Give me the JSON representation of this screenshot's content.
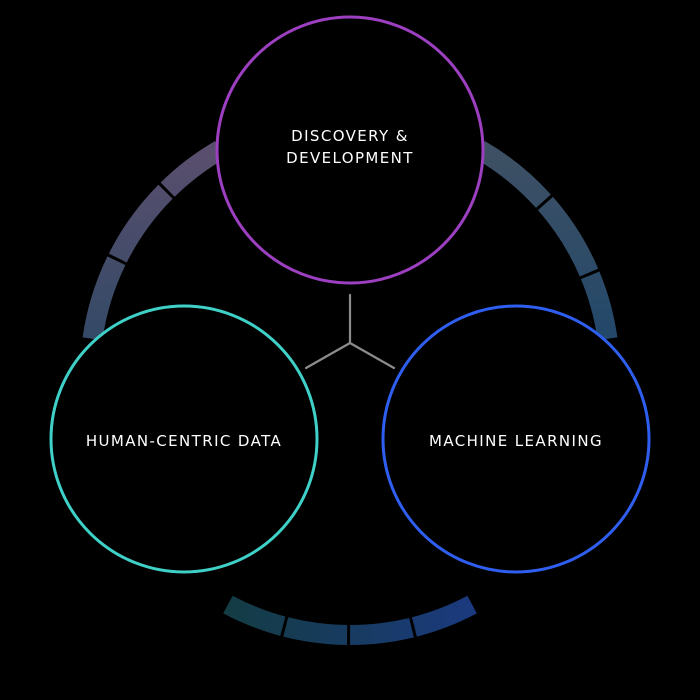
{
  "diagram": {
    "type": "three-circle cycle",
    "background": "#000000",
    "nodes": [
      {
        "id": "discovery",
        "lines": [
          "DISCOVERY &",
          "DEVELOPMENT"
        ],
        "color": "#9c3fc0"
      },
      {
        "id": "human-centric",
        "lines": [
          "HUMAN-CENTRIC DATA"
        ],
        "color": "#3fd0c8"
      },
      {
        "id": "machine-learning",
        "lines": [
          "MACHINE LEARNING"
        ],
        "color": "#2f5ff0"
      }
    ],
    "center_connector_color": "#8c8c8c",
    "ring_colors": {
      "left_arc": [
        "#5a4e6e",
        "#334a66"
      ],
      "right_arc": [
        "#3e5064",
        "#23486a"
      ],
      "bottom_arc": [
        "#143c44",
        "#1b3a7e"
      ]
    }
  }
}
